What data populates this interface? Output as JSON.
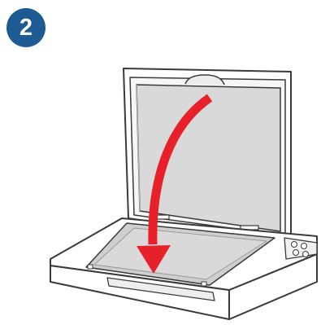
{
  "step": {
    "number": "2"
  },
  "colors": {
    "badge": "#1e5b92",
    "arrow": "#e8202a",
    "document": "#d9d9d9",
    "outline": "#3a3a3a",
    "scanner_body": "#ffffff"
  },
  "illustration": {
    "subject": "flatbed-scanner",
    "action": "close-lid-arrow"
  }
}
